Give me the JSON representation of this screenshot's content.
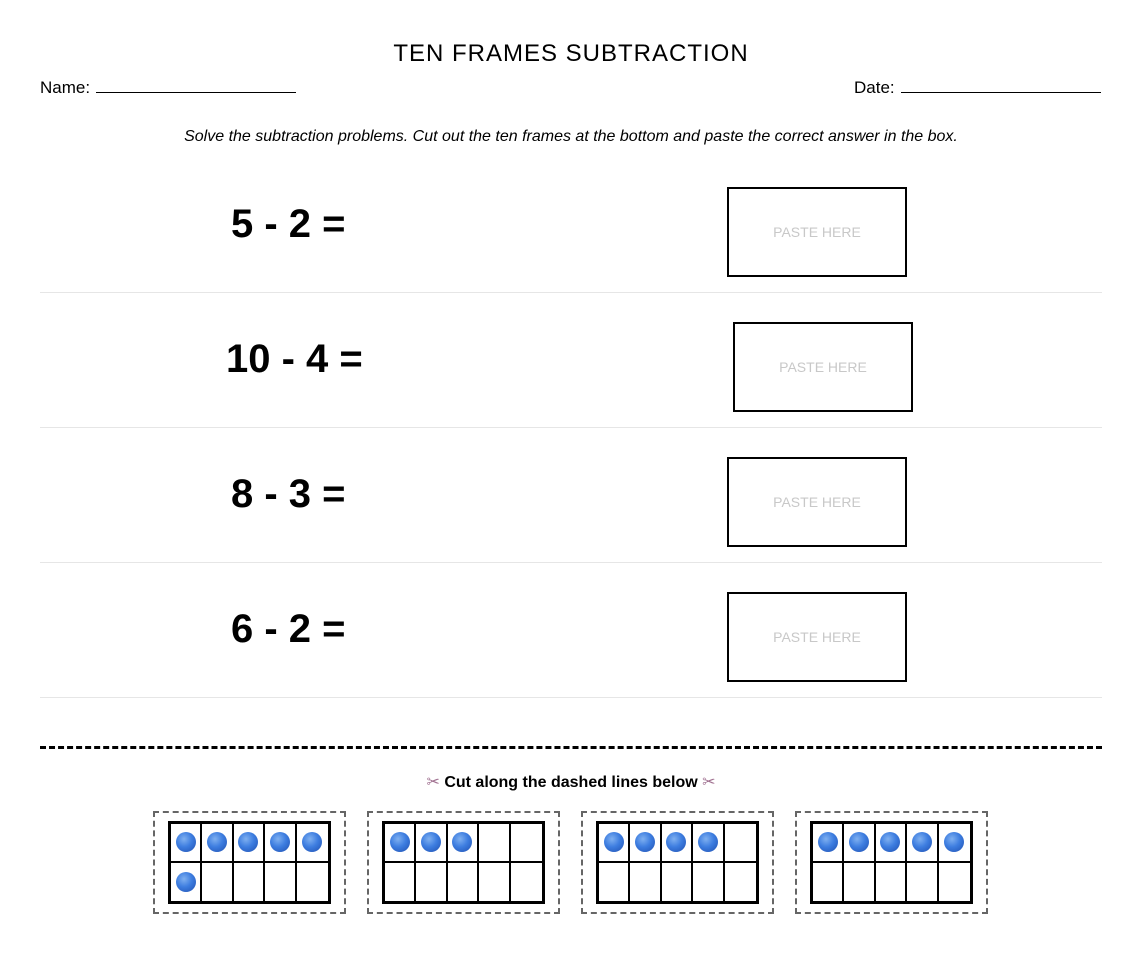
{
  "worksheet": {
    "title": "TEN FRAMES SUBTRACTION",
    "name_label": "Name:",
    "date_label": "Date:",
    "instructions": "Solve the subtraction problems. Cut out the ten frames at the bottom and paste the correct answer in the box."
  },
  "problems": [
    {
      "equation": "5 - 2 =",
      "paste_label": "PASTE HERE"
    },
    {
      "equation": "10 - 4 =",
      "paste_label": "PASTE HERE"
    },
    {
      "equation": "8 - 3 =",
      "paste_label": "PASTE HERE"
    },
    {
      "equation": "6 - 2 =",
      "paste_label": "PASTE HERE"
    }
  ],
  "cut_section": {
    "caption": "Cut along the dashed lines below",
    "scissors_icon": "✂",
    "ten_frames": [
      {
        "filled": 6
      },
      {
        "filled": 3
      },
      {
        "filled": 4
      },
      {
        "filled": 5
      }
    ]
  },
  "colors": {
    "dot": "#3d7de0",
    "paste_text": "#c8c8c8",
    "card_border": "#666666"
  }
}
